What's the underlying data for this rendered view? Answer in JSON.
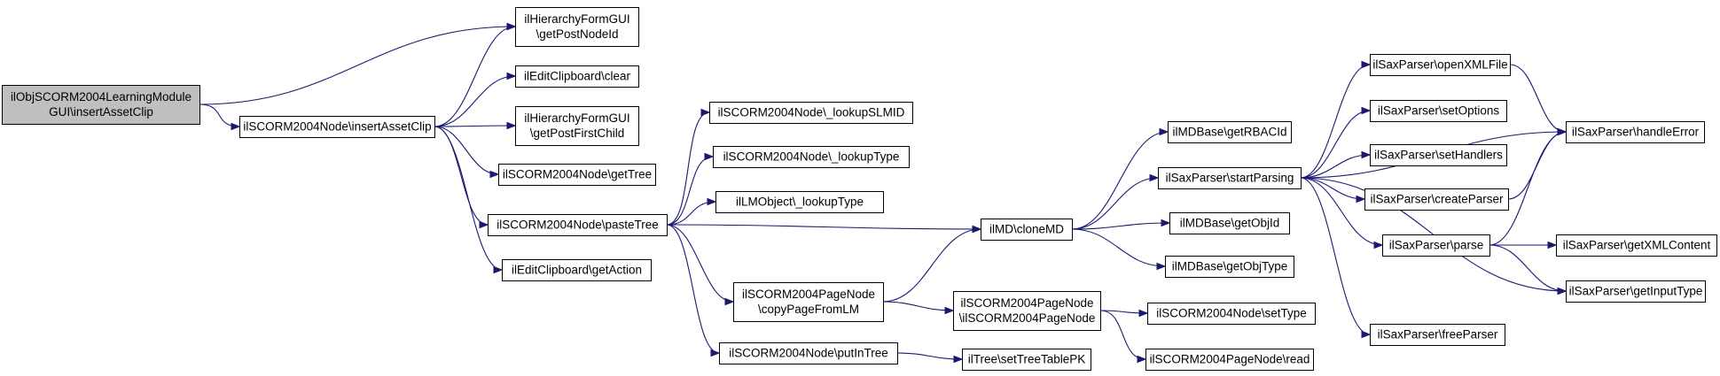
{
  "diagram": {
    "title": "",
    "colors": {
      "root_fill": "#bfbfbf",
      "node_fill": "#ffffff",
      "node_border": "#000000",
      "edge": "#191970"
    },
    "nodes": [
      {
        "id": "root",
        "lines": [
          "ilObjSCORM2004LearningModule",
          "GUI\\insertAssetClip"
        ],
        "root": true
      },
      {
        "id": "hier_postnode",
        "lines": [
          "ilHierarchyFormGUI",
          "\\getPostNodeId"
        ]
      },
      {
        "id": "n_insertassetclip",
        "lines": [
          "ilSCORM2004Node\\insertAssetClip"
        ]
      },
      {
        "id": "clip_clear",
        "lines": [
          "ilEditClipboard\\clear"
        ]
      },
      {
        "id": "hier_firstchild",
        "lines": [
          "ilHierarchyFormGUI",
          "\\getPostFirstChild"
        ]
      },
      {
        "id": "n_gettree",
        "lines": [
          "ilSCORM2004Node\\getTree"
        ]
      },
      {
        "id": "n_pastetree",
        "lines": [
          "ilSCORM2004Node\\pasteTree"
        ]
      },
      {
        "id": "clip_getaction",
        "lines": [
          "ilEditClipboard\\getAction"
        ]
      },
      {
        "id": "n_lookupslmid",
        "lines": [
          "ilSCORM2004Node\\_lookupSLMID"
        ]
      },
      {
        "id": "n_lookuptype",
        "lines": [
          "ilSCORM2004Node\\_lookupType"
        ]
      },
      {
        "id": "lm_lookuptype",
        "lines": [
          "ilLMObject\\_lookupType"
        ]
      },
      {
        "id": "md_clonemd",
        "lines": [
          "ilMD\\cloneMD"
        ]
      },
      {
        "id": "pn_copypage",
        "lines": [
          "ilSCORM2004PageNode",
          "\\copyPageFromLM"
        ]
      },
      {
        "id": "n_putintree",
        "lines": [
          "ilSCORM2004Node\\putInTree"
        ]
      },
      {
        "id": "tree_settablepk",
        "lines": [
          "ilTree\\setTreeTablePK"
        ]
      },
      {
        "id": "mdbase_rbac",
        "lines": [
          "ilMDBase\\getRBACId"
        ]
      },
      {
        "id": "sax_startparsing",
        "lines": [
          "ilSaxParser\\startParsing"
        ]
      },
      {
        "id": "mdbase_objid",
        "lines": [
          "ilMDBase\\getObjId"
        ]
      },
      {
        "id": "mdbase_objtype",
        "lines": [
          "ilMDBase\\getObjType"
        ]
      },
      {
        "id": "pn_ctor",
        "lines": [
          "ilSCORM2004PageNode",
          "\\ilSCORM2004PageNode"
        ]
      },
      {
        "id": "n_settype",
        "lines": [
          "ilSCORM2004Node\\setType"
        ]
      },
      {
        "id": "pn_read",
        "lines": [
          "ilSCORM2004PageNode\\read"
        ]
      },
      {
        "id": "sax_openxml",
        "lines": [
          "ilSaxParser\\openXMLFile"
        ]
      },
      {
        "id": "sax_setoptions",
        "lines": [
          "ilSaxParser\\setOptions"
        ]
      },
      {
        "id": "sax_sethandlers",
        "lines": [
          "ilSaxParser\\setHandlers"
        ]
      },
      {
        "id": "sax_createparser",
        "lines": [
          "ilSaxParser\\createParser"
        ]
      },
      {
        "id": "sax_parse",
        "lines": [
          "ilSaxParser\\parse"
        ]
      },
      {
        "id": "sax_freeparser",
        "lines": [
          "ilSaxParser\\freeParser"
        ]
      },
      {
        "id": "sax_handleerror",
        "lines": [
          "ilSaxParser\\handleError"
        ]
      },
      {
        "id": "sax_getxml",
        "lines": [
          "ilSaxParser\\getXMLContent"
        ]
      },
      {
        "id": "sax_getinput",
        "lines": [
          "ilSaxParser\\getInputType"
        ]
      }
    ],
    "edges": [
      [
        "root",
        "hier_postnode"
      ],
      [
        "root",
        "n_insertassetclip"
      ],
      [
        "n_insertassetclip",
        "hier_postnode"
      ],
      [
        "n_insertassetclip",
        "clip_clear"
      ],
      [
        "n_insertassetclip",
        "hier_firstchild"
      ],
      [
        "n_insertassetclip",
        "n_gettree"
      ],
      [
        "n_insertassetclip",
        "n_pastetree"
      ],
      [
        "n_insertassetclip",
        "clip_getaction"
      ],
      [
        "n_pastetree",
        "n_lookupslmid"
      ],
      [
        "n_pastetree",
        "n_lookuptype"
      ],
      [
        "n_pastetree",
        "lm_lookuptype"
      ],
      [
        "n_pastetree",
        "md_clonemd"
      ],
      [
        "n_pastetree",
        "pn_copypage"
      ],
      [
        "n_pastetree",
        "n_putintree"
      ],
      [
        "pn_copypage",
        "md_clonemd"
      ],
      [
        "pn_copypage",
        "pn_ctor"
      ],
      [
        "n_putintree",
        "tree_settablepk"
      ],
      [
        "md_clonemd",
        "mdbase_rbac"
      ],
      [
        "md_clonemd",
        "sax_startparsing"
      ],
      [
        "md_clonemd",
        "mdbase_objid"
      ],
      [
        "md_clonemd",
        "mdbase_objtype"
      ],
      [
        "pn_ctor",
        "n_settype"
      ],
      [
        "pn_ctor",
        "pn_read"
      ],
      [
        "sax_startparsing",
        "sax_openxml"
      ],
      [
        "sax_startparsing",
        "sax_setoptions"
      ],
      [
        "sax_startparsing",
        "sax_sethandlers"
      ],
      [
        "sax_startparsing",
        "sax_createparser"
      ],
      [
        "sax_startparsing",
        "sax_parse"
      ],
      [
        "sax_startparsing",
        "sax_freeparser"
      ],
      [
        "sax_startparsing",
        "sax_handleerror"
      ],
      [
        "sax_startparsing",
        "sax_getinput"
      ],
      [
        "sax_openxml",
        "sax_handleerror"
      ],
      [
        "sax_createparser",
        "sax_handleerror"
      ],
      [
        "sax_parse",
        "sax_handleerror"
      ],
      [
        "sax_parse",
        "sax_getxml"
      ],
      [
        "sax_parse",
        "sax_getinput"
      ]
    ]
  }
}
